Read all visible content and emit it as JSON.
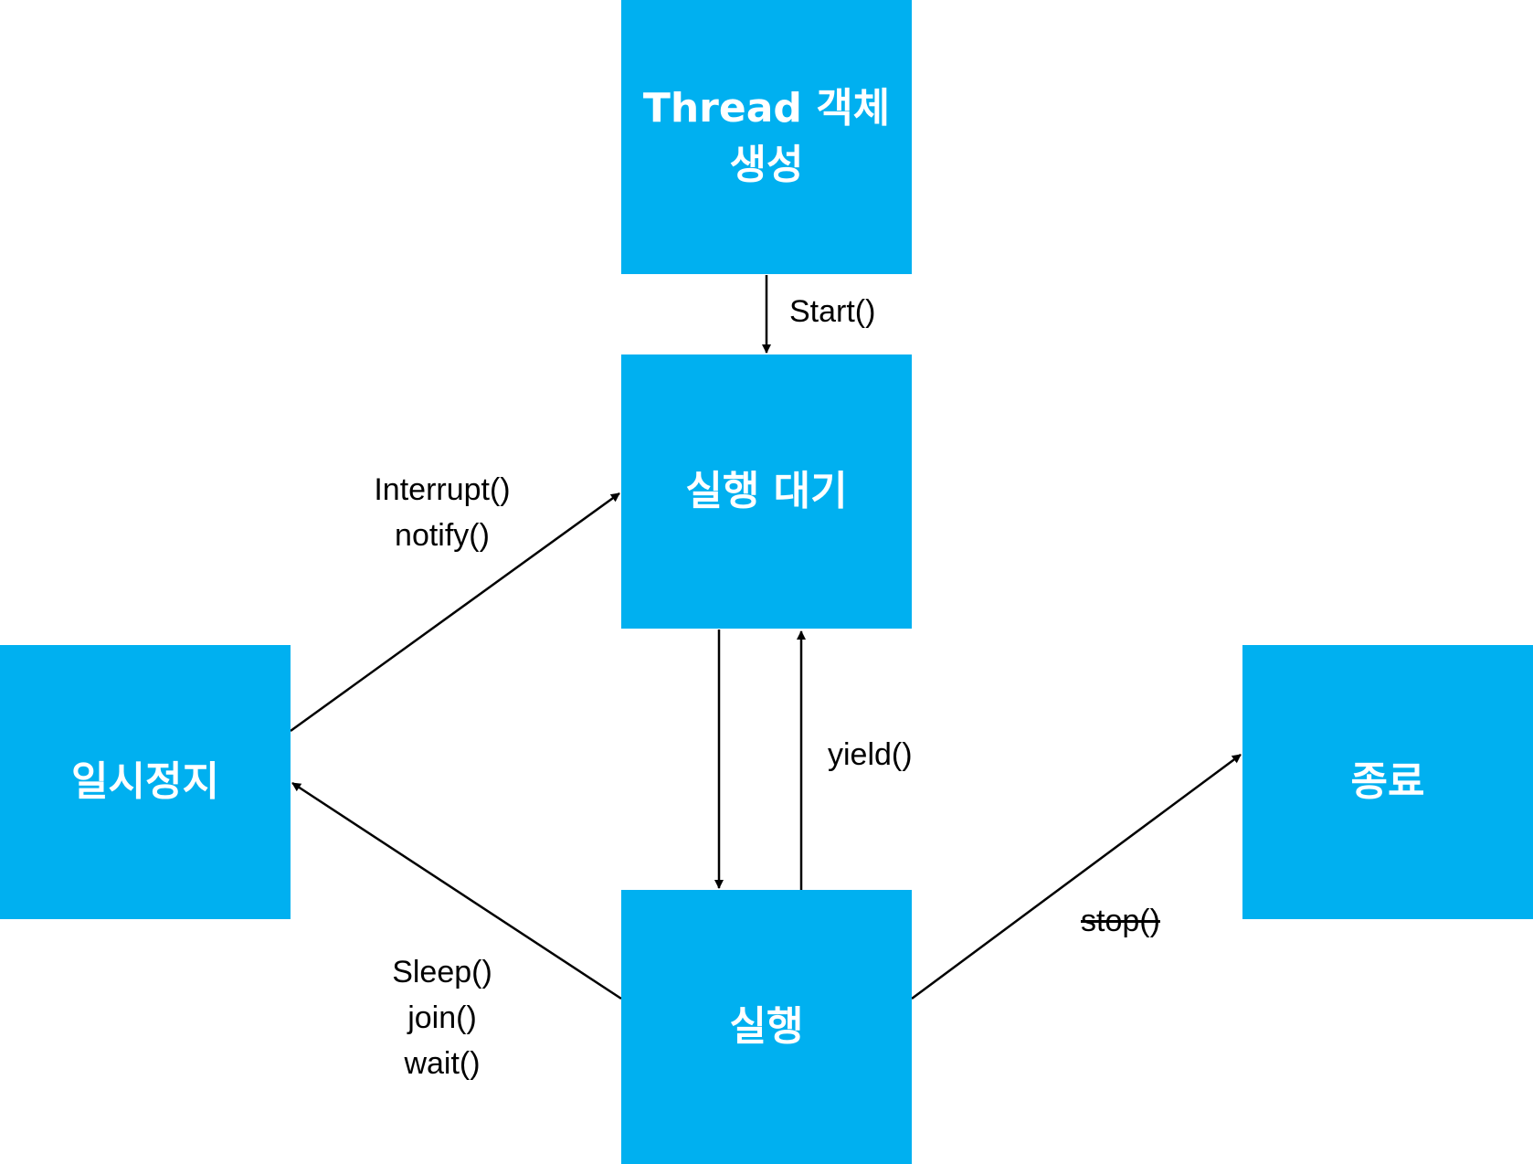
{
  "nodes": {
    "create": {
      "label": "Thread 객체\n생성"
    },
    "ready": {
      "label": "실행 대기"
    },
    "paused": {
      "label": "일시정지"
    },
    "running": {
      "label": "실행"
    },
    "end": {
      "label": "종료"
    }
  },
  "edges": {
    "start": {
      "label": "Start()"
    },
    "resume": {
      "line1": "Interrupt()",
      "line2": "notify()"
    },
    "yield": {
      "label": "yield()"
    },
    "block": {
      "line1": "Sleep()",
      "line2": "join()",
      "line3": "wait()"
    },
    "stop": {
      "label": "stop()",
      "strikethrough": true
    }
  },
  "colors": {
    "node_fill": "#00b0f0",
    "node_text": "#ffffff",
    "line": "#000000"
  }
}
